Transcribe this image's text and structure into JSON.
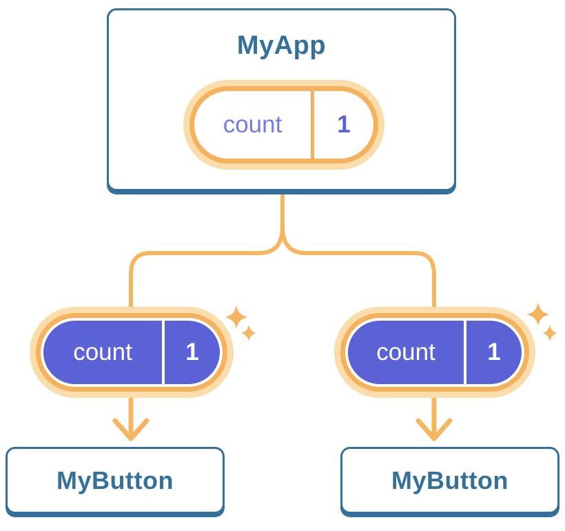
{
  "root": {
    "title": "MyApp",
    "state": {
      "label": "count",
      "value": "1"
    }
  },
  "children": [
    {
      "title": "MyButton",
      "state": {
        "label": "count",
        "value": "1"
      }
    },
    {
      "title": "MyButton",
      "state": {
        "label": "count",
        "value": "1"
      }
    }
  ],
  "colors": {
    "card_border_blue": "#35709a",
    "title_text_blue": "#35709a",
    "connector_orange": "#f6b55f",
    "pill_ring_orange": "#f5b15c",
    "pill_glow_orange": "#fbdcab",
    "pill_fill_purple": "#5b62d6",
    "parent_label_purple": "#767be2",
    "parent_value_purple": "#5a60d8",
    "sparkle_orange": "#f5b45f"
  },
  "icons": {
    "sparkle": "sparkle-icon",
    "arrow_down": "arrow-down-icon"
  }
}
